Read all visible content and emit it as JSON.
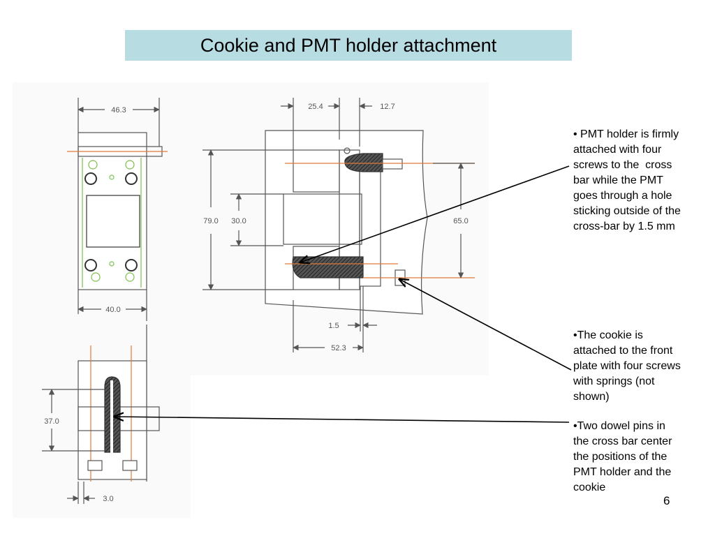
{
  "slide": {
    "title": "Cookie and PMT holder attachment",
    "page_number": "6"
  },
  "dimensions": {
    "top_width": "46.3",
    "base_width": "40.0",
    "side_25": "25.4",
    "side_12": "12.7",
    "height_79": "79.0",
    "height_30": "30.0",
    "height_65": "65.0",
    "offset_1_5": "1.5",
    "width_52": "52.3",
    "height_37": "37.0",
    "width_3": "3.0"
  },
  "notes": [
    {
      "lines": [
        "• PMT holder is firmly",
        "attached with four",
        "screws to the  cross",
        "bar while the PMT",
        "goes through a hole",
        "sticking outside of the",
        "cross-bar by 1.5 mm"
      ]
    },
    {
      "lines": [
        "•The cookie is",
        "attached to the front",
        "plate with four screws",
        "with springs (not",
        "shown)"
      ]
    },
    {
      "lines": [
        "•Two dowel pins in",
        "the cross bar center",
        "the positions of the",
        "PMT holder and the",
        "cookie"
      ]
    }
  ],
  "colors": {
    "title_background": "#b7dde3",
    "line": "#555555",
    "accent_orange": "#e07b39",
    "accent_green": "#7cbf4a"
  }
}
